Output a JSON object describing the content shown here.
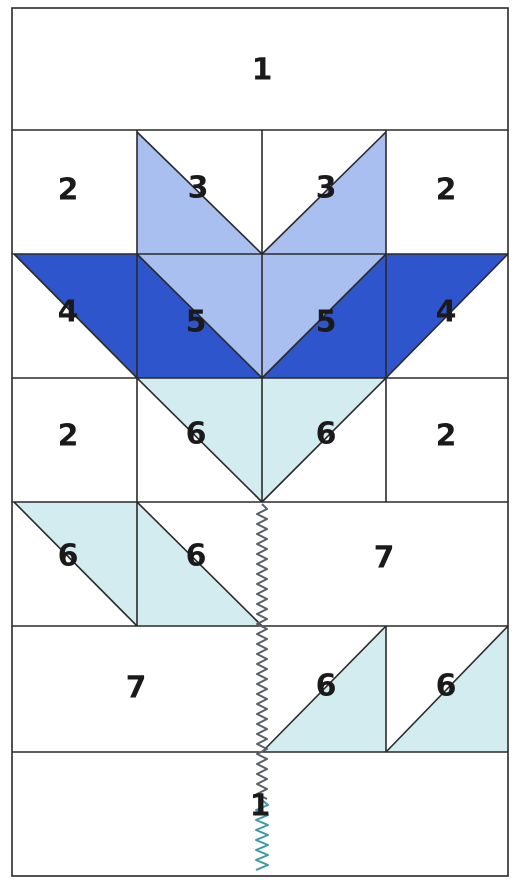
{
  "block_labels": {
    "top_border": "1",
    "side_square_upper_left": "2",
    "petal_upper_left": "3",
    "petal_upper_right": "3",
    "side_square_upper_right": "2",
    "flower_left_outer": "4",
    "flower_left_inner": "5",
    "flower_right_inner": "5",
    "flower_right_outer": "4",
    "side_square_lower_left": "2",
    "calyx_left": "6",
    "calyx_right": "6",
    "side_square_lower_right": "2",
    "leaf_left_outer": "6",
    "leaf_left_inner": "6",
    "background_right": "7",
    "background_left": "7",
    "leaf_right_inner": "6",
    "leaf_right_outer": "6",
    "bottom_border": "1"
  },
  "colors": {
    "light_blue": "#a9bff0",
    "dark_blue": "#2f55cc",
    "pale_blue": "#d3ecef",
    "white": "#ffffff",
    "line": "#2a2a2a",
    "stem": "#5a5f68",
    "stem_end": "#3f9aa6"
  }
}
